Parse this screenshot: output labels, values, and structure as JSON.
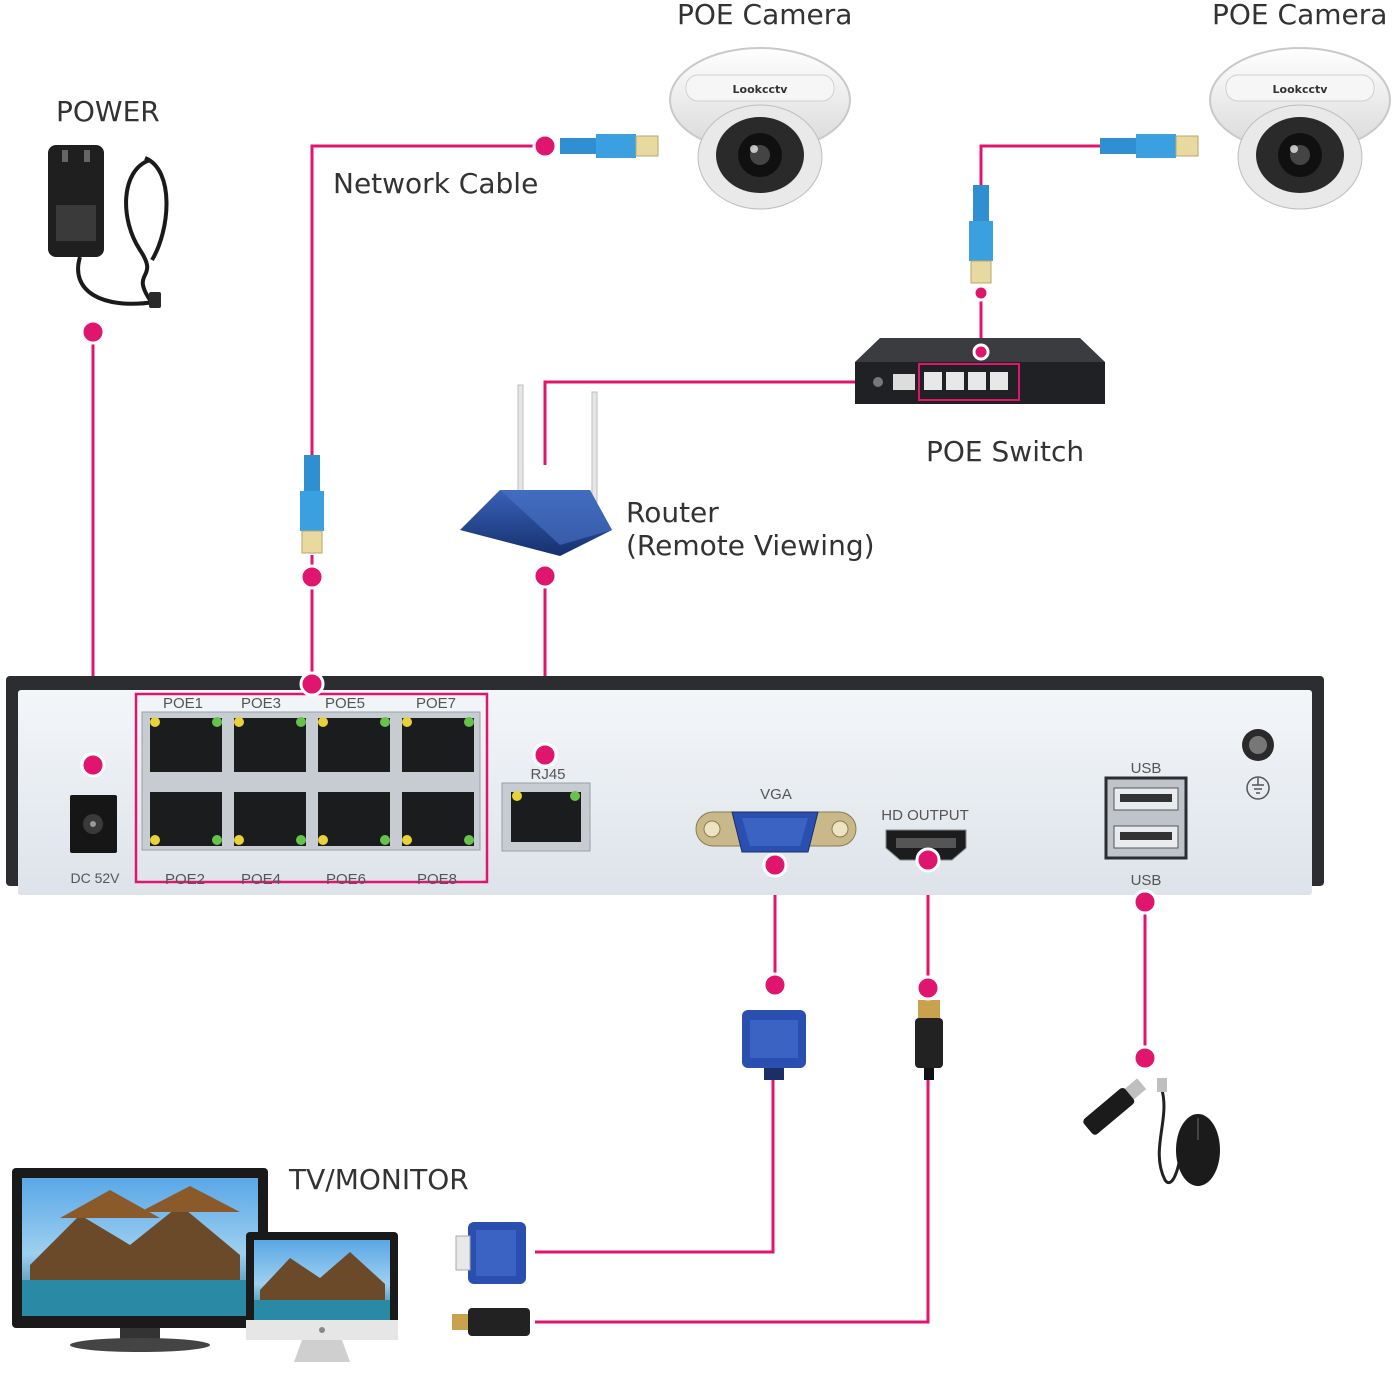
{
  "labels": {
    "power": "POWER",
    "network_cable": "Network Cable",
    "poe_camera_1": "POE Camera",
    "poe_camera_2": "POE Camera",
    "poe_switch": "POE Switch",
    "router_line1": "Router",
    "router_line2": "(Remote Viewing)",
    "tv_monitor": "TV/MONITOR"
  },
  "nvr": {
    "dc_label": "DC 52V",
    "poe_top": [
      "POE1",
      "POE3",
      "POE5",
      "POE7"
    ],
    "poe_bottom": [
      "POE2",
      "POE4",
      "POE6",
      "POE8"
    ],
    "rj45_label": "RJ45",
    "vga_label": "VGA",
    "hd_label": "HD OUTPUT",
    "usb_top_label": "USB",
    "usb_bottom_label": "USB"
  },
  "camera_brand": "Lookcctv",
  "colors": {
    "wire": "#e0166e",
    "cable_blue": "#2f8fd0",
    "nvr_face": "#e9edf1",
    "nvr_frame": "#2b2d30",
    "vga_blue": "#2a4fb0",
    "router_blue": "#1f3f86"
  },
  "icons": {
    "power": "power-adapter-icon",
    "camera": "dome-camera-icon",
    "switch": "poe-switch-icon",
    "router": "wifi-router-icon",
    "usb": "usb-mouse-stick-icon",
    "monitor": "monitor-icon"
  }
}
